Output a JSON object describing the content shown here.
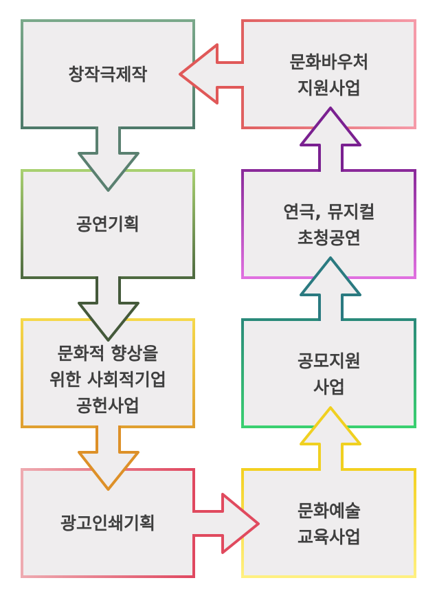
{
  "boxes": {
    "b1": {
      "lines": [
        "창작극제작"
      ]
    },
    "b2": {
      "lines": [
        "공연기획"
      ]
    },
    "b3": {
      "lines": [
        "문화적 향상을",
        "위한 사회적기업",
        "공헌사업"
      ]
    },
    "b4": {
      "lines": [
        "광고인쇄기획"
      ]
    },
    "b5": {
      "lines": [
        "문화예술",
        "교육사업"
      ]
    },
    "b6": {
      "lines": [
        "공모지원",
        "사업"
      ]
    },
    "b7": {
      "lines": [
        "연극, 뮤지컬",
        "초청공연"
      ]
    },
    "b8": {
      "lines": [
        "문화바우처",
        "지원사업"
      ]
    }
  },
  "colors": {
    "box_fill": "#efedee",
    "text": "#3f3f3f"
  }
}
